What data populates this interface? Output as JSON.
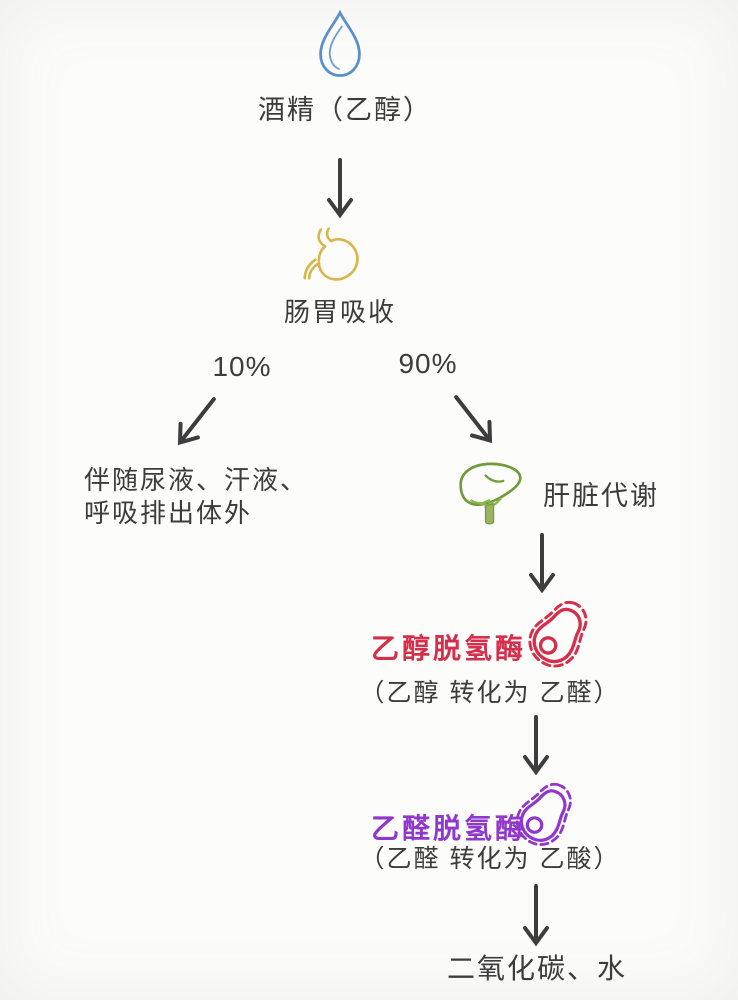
{
  "diagram": {
    "alcohol_label": "酒精（乙醇）",
    "absorption_label": "肠胃吸收",
    "percent_left": "10%",
    "percent_right": "90%",
    "excretion_line1": "伴随尿液、汗液、",
    "excretion_line2": "呼吸排出体外",
    "liver_label": "肝脏代谢",
    "adh_label": "乙醇脱氢酶",
    "adh_note": "（乙醇 转化为 乙醛）",
    "aldh_label": "乙醛脱氢酶",
    "aldh_note": "（乙醛 转化为 乙酸）",
    "end_label": "二氧化碳、水",
    "colors": {
      "drop_blue": "#5b8fc9",
      "stomach_gold": "#d9b64b",
      "liver_green": "#6f9c38",
      "liver_stem_fill": "#9cb45e",
      "adh_red": "#d5304b",
      "aldh_purple": "#9138cc",
      "text": "#3c3c3c",
      "arrow": "#3d3d3d"
    }
  }
}
